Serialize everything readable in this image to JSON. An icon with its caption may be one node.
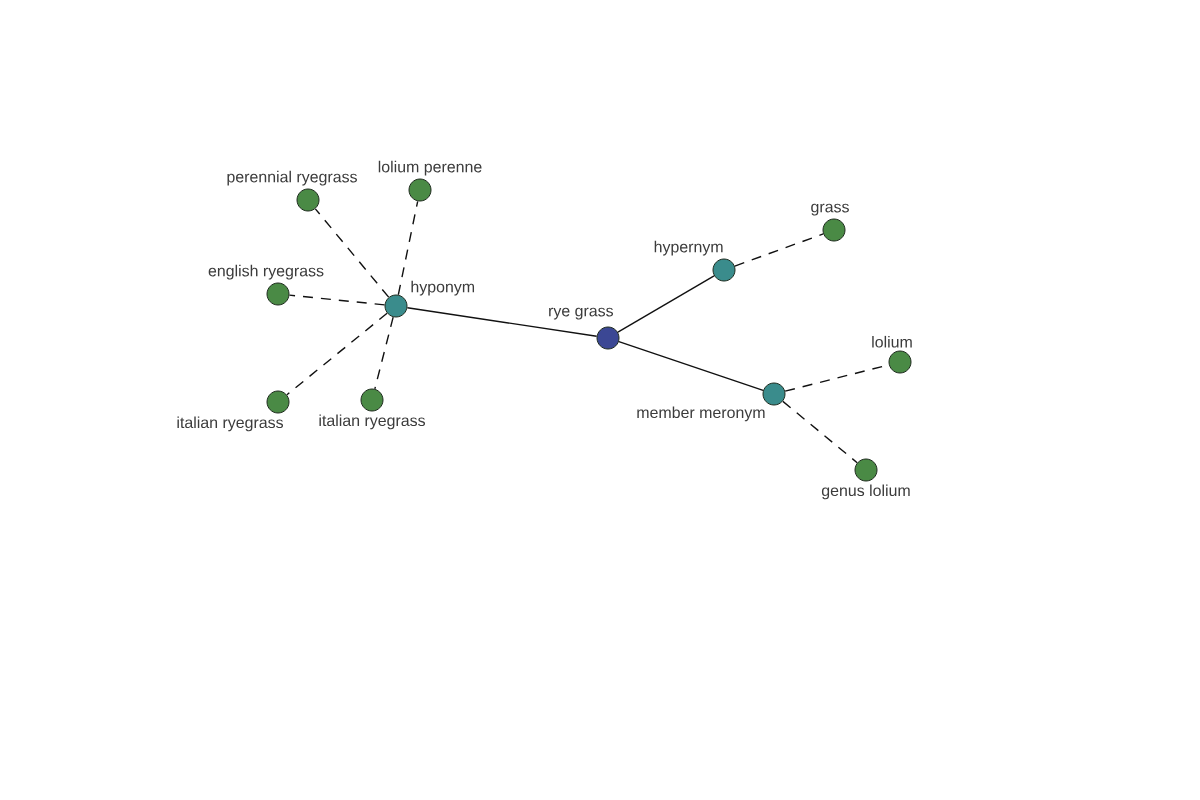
{
  "diagram": {
    "nodes": [
      {
        "text": [
          "lolium perenne"
        ]
      },
      {
        "text": [
          "perennial ryegrass"
        ]
      },
      {
        "text": [
          "grass"
        ]
      },
      {
        "text": [
          "hypernym"
        ]
      },
      {
        "text": [
          "english ryegrass"
        ]
      },
      {
        "text": [
          "hyponym"
        ]
      },
      {
        "text": [
          "rye grass"
        ]
      },
      {
        "text": [
          "lolium"
        ]
      },
      {
        "text": [
          "member meronym"
        ]
      },
      {
        "text": [
          "italian ryegrass"
        ]
      },
      {
        "text": [
          "italian ryegrass"
        ]
      },
      {
        "text": [
          "genus lolium"
        ]
      }
    ],
    "edges": [
      {
        "from": 6,
        "to": 5,
        "arrow": "none"
      },
      {
        "from": 6,
        "to": 3,
        "arrow": "none"
      },
      {
        "from": 6,
        "to": 8,
        "arrow": "none"
      },
      {
        "from": 5,
        "to": 1,
        "arrow": "none",
        "style": "dashed"
      },
      {
        "from": 5,
        "to": 0,
        "arrow": "none",
        "style": "dashed"
      },
      {
        "from": 5,
        "to": 4,
        "arrow": "none",
        "style": "dashed"
      },
      {
        "from": 5,
        "to": 9,
        "arrow": "none",
        "style": "dashed"
      },
      {
        "from": 5,
        "to": 10,
        "arrow": "none",
        "style": "dashed"
      },
      {
        "from": 3,
        "to": 2,
        "arrow": "none",
        "style": "dashed"
      },
      {
        "from": 8,
        "to": 7,
        "arrow": "none",
        "style": "dashed"
      },
      {
        "from": 8,
        "to": 11,
        "arrow": "none",
        "style": "dashed"
      }
    ]
  }
}
